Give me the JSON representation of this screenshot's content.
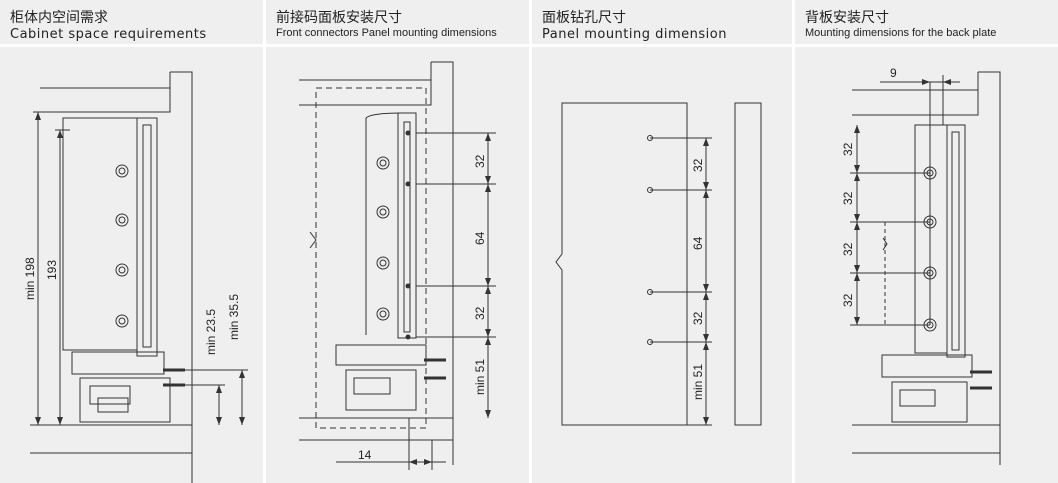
{
  "panels": [
    {
      "title_zh": "柜体内空间需求",
      "title_en": "Cabinet space requirements"
    },
    {
      "title_zh": "前接码面板安装尺寸",
      "title_en": "Front connectors Panel mounting dimensions"
    },
    {
      "title_zh": "面板钻孔尺寸",
      "title_en": "Panel mounting dimension"
    },
    {
      "title_zh": "背板安装尺寸",
      "title_en": "Mounting dimensions for the back plate"
    }
  ],
  "dims": {
    "p1": {
      "min198": "min 198",
      "d193": "193",
      "min23": "min 23.5",
      "min35": "min 35.5"
    },
    "p2": {
      "d32a": "32",
      "d64": "64",
      "d32b": "32",
      "min51": "min 51",
      "d14": "14"
    },
    "p3": {
      "d32a": "32",
      "d64": "64",
      "d32b": "32",
      "min51": "min 51"
    },
    "p4": {
      "d9": "9",
      "d32a": "32",
      "d32b": "32",
      "d32c": "32",
      "d32d": "32"
    }
  },
  "colors": {
    "panel_bg": "#efefef",
    "line": "#333333",
    "header_bg": "#efefef"
  }
}
